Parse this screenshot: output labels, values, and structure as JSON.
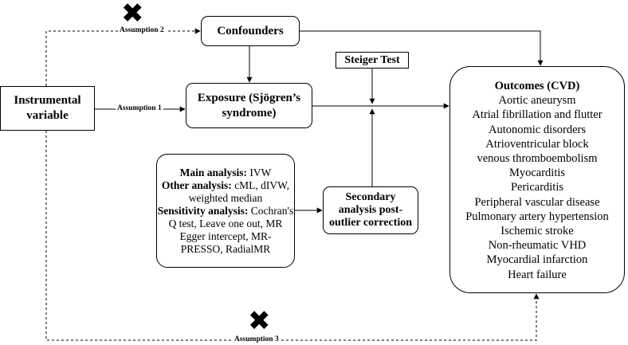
{
  "nodes": {
    "confounders": "Confounders",
    "steiger_test": "Steiger Test",
    "instrumental_variable": [
      "Instrumental",
      "variable"
    ],
    "exposure": [
      "Exposure (Sjögren’s",
      "syndrome)"
    ],
    "analysis": {
      "main_label": "Main analysis:",
      "main_value": " IVW",
      "other_label": "Other analysis:",
      "other_value_1": " cML, dIVW,",
      "other_value_2": "weighted median",
      "sensitivity_label": "Sensitivity analysis:",
      "sensitivity_value_1": " Cochran's",
      "sensitivity_lines": [
        "Q test, Leave one out, MR",
        "Egger intercept, MR-",
        "PRESSO, RadialMR"
      ]
    },
    "secondary": [
      "Secondary",
      "analysis post-",
      "outlier correction"
    ],
    "outcomes": {
      "title": "Outcomes (CVD)",
      "items": [
        "Aortic aneurysm",
        "Atrial fibrillation and flutter",
        "Autonomic disorders",
        "Atrioventricular block",
        "venous thromboembolism",
        "Myocarditis",
        "Pericarditis",
        "Peripheral vascular disease",
        "Pulmonary artery hypertension",
        "Ischemic stroke",
        "Non-rheumatic VHD",
        "Myocardial infarction",
        "Heart failure"
      ]
    }
  },
  "edge_labels": {
    "assumption_1": "Assumption 1",
    "assumption_2": "Assumption 2",
    "assumption_3": "Assumption 3"
  },
  "marks": {
    "violated_symbol": "✖"
  }
}
